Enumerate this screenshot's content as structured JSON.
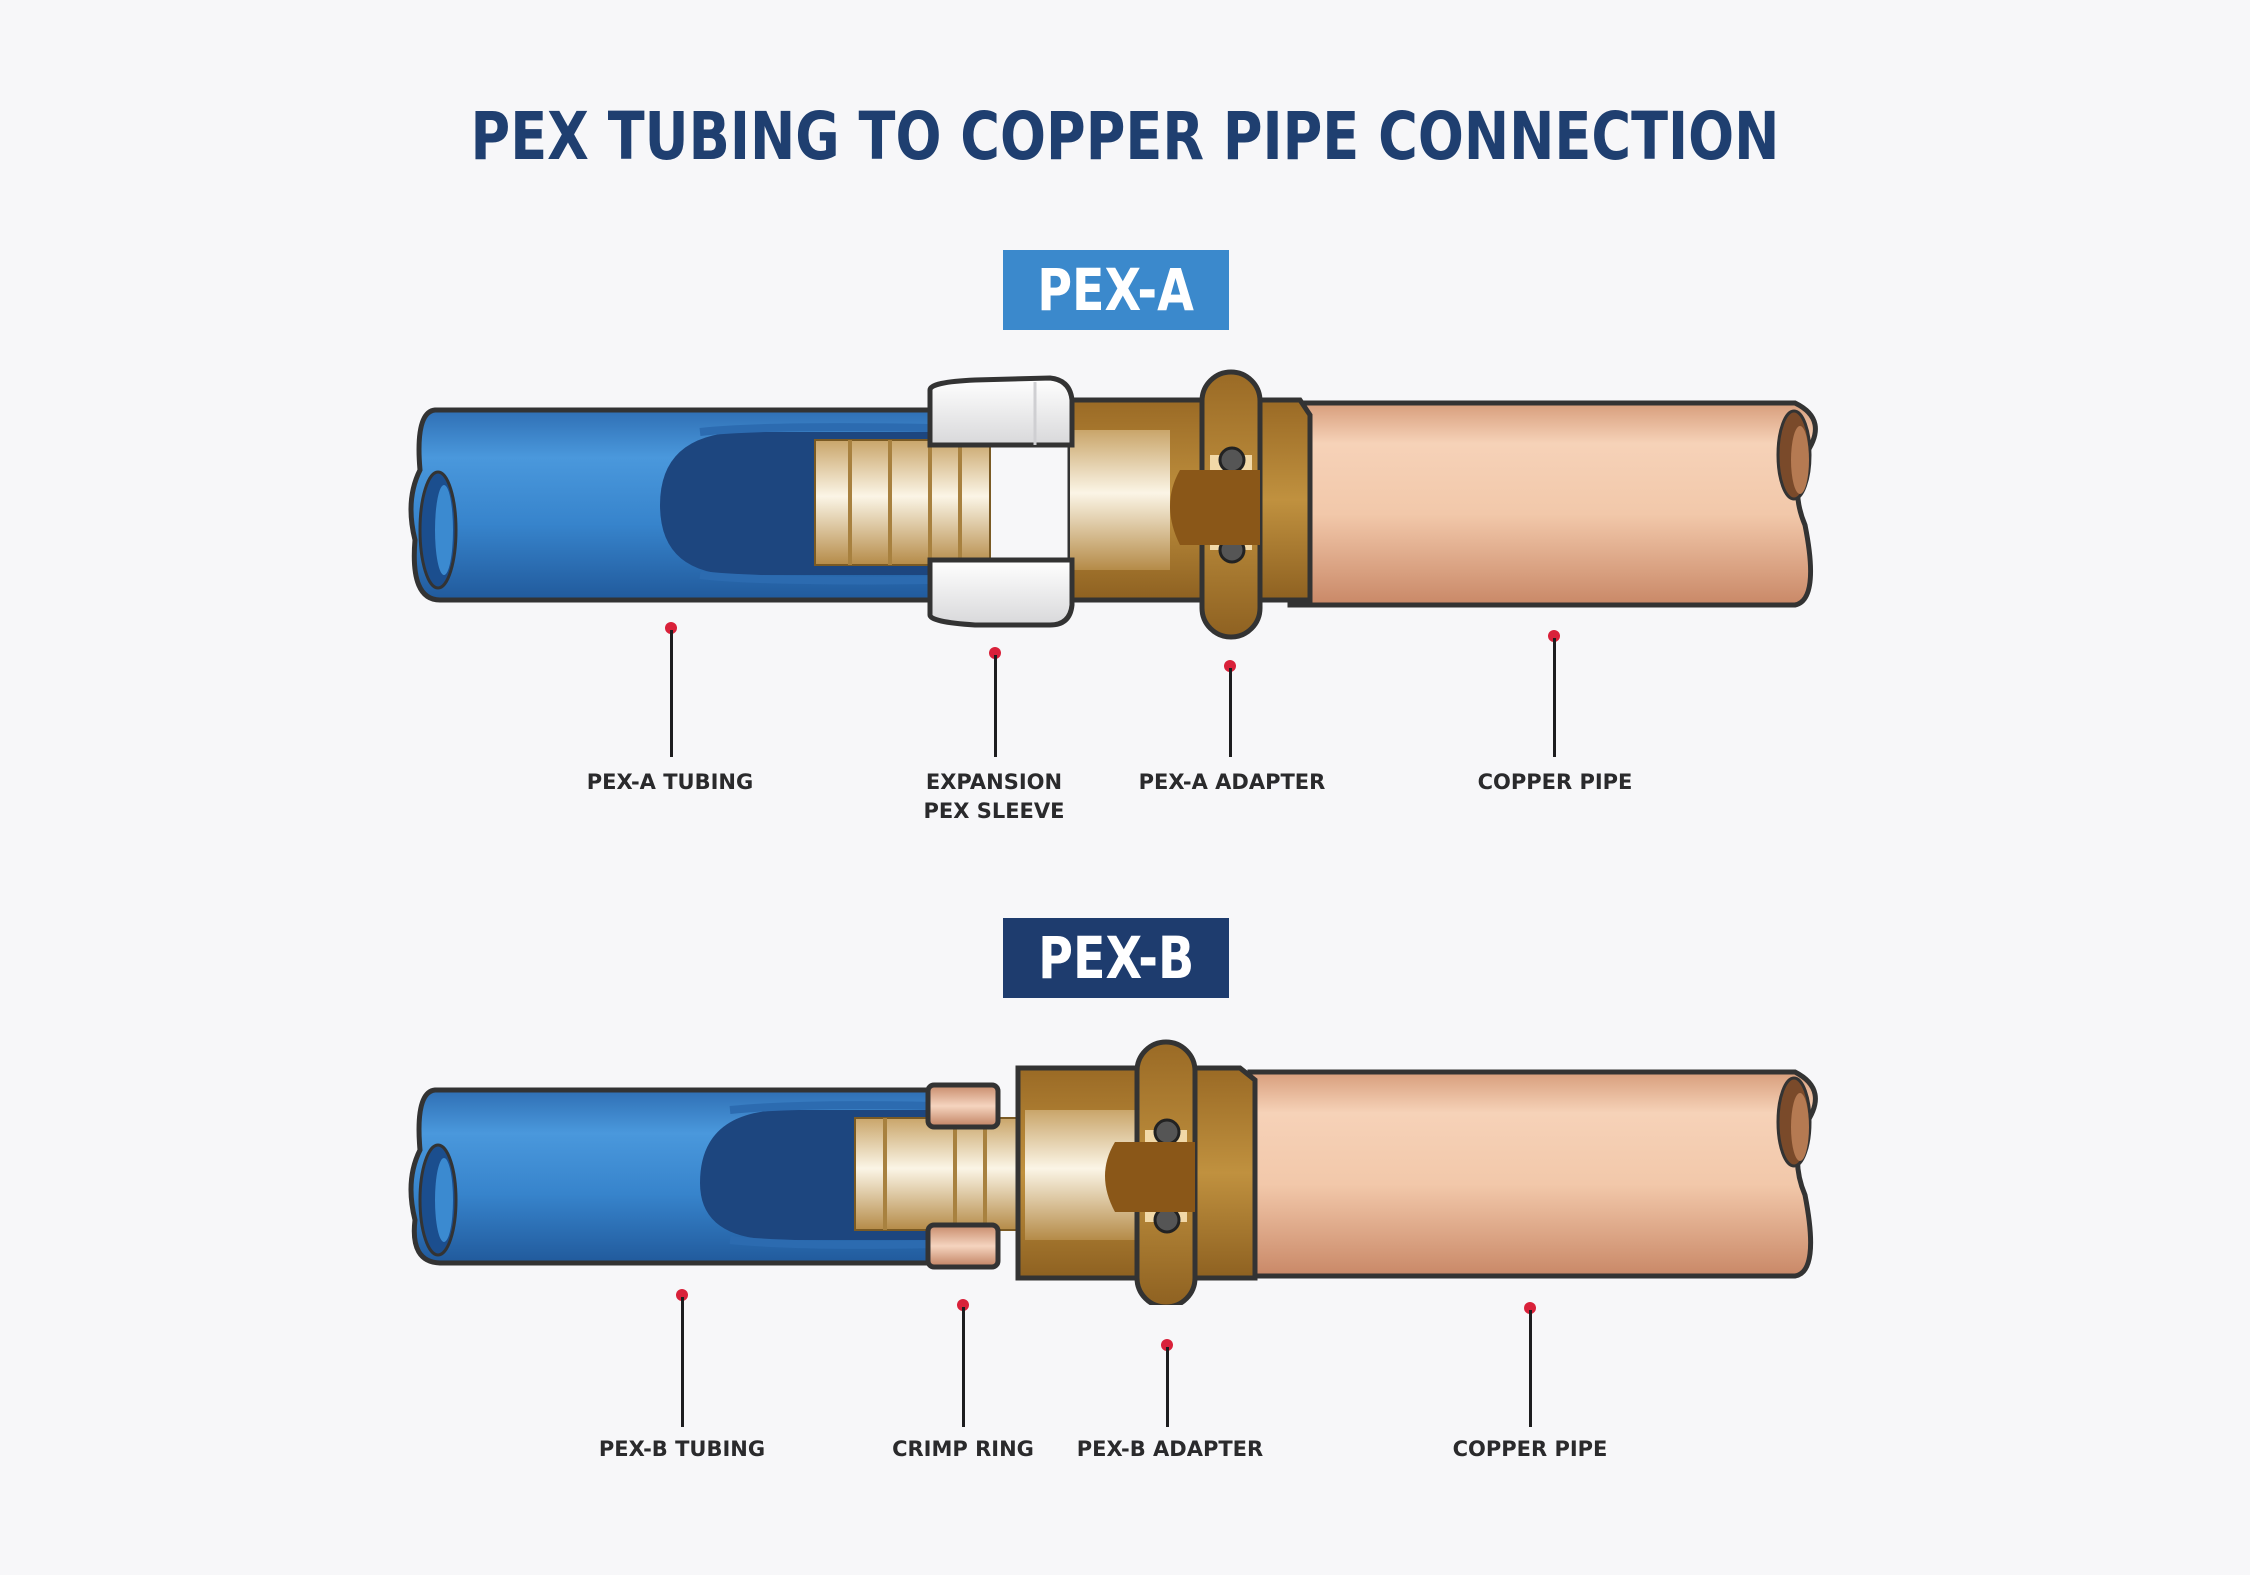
{
  "title": "PEX TUBING TO COPPER PIPE CONNECTION",
  "sections": [
    {
      "badge": "PEX-A",
      "badge_color": "#3b89cc",
      "labels": [
        "PEX-A TUBING",
        "EXPANSION\nPEX SLEEVE",
        "PEX-A ADAPTER",
        "COPPER PIPE"
      ]
    },
    {
      "badge": "PEX-B",
      "badge_color": "#1e3c6e",
      "labels": [
        "PEX-B TUBING",
        "CRIMP RING",
        "PEX-B ADAPTER",
        "COPPER PIPE"
      ]
    }
  ],
  "colors": {
    "title": "#1f3f70",
    "pex_tube": "#3b8ad0",
    "pex_dark": "#1f4f8c",
    "brass": "#b8893b",
    "copper": "#f0c3a4",
    "sleeve": "#eeeeee",
    "callout_dot": "#d9213a"
  }
}
